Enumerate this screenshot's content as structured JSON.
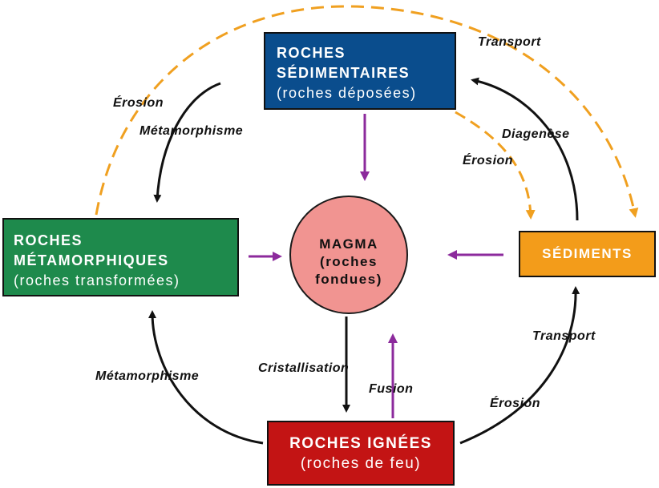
{
  "boxes": {
    "sedimentary": {
      "line1": "ROCHES",
      "line2": "SÉDIMENTAIRES",
      "line3": "(roches déposées)"
    },
    "metamorphic": {
      "line1": "ROCHES",
      "line2": "MÉTAMORPHIQUES",
      "line3": "(roches transformées)"
    },
    "igneous": {
      "line1": "ROCHES IGNÉES",
      "line2": "(roches de feu)"
    },
    "sediments": {
      "line1": "SÉDIMENTS"
    }
  },
  "magma": {
    "line1": "MAGMA",
    "line2": "(roches",
    "line3": "fondues)"
  },
  "labels": {
    "transport_top": "Transport",
    "erosion_top_left": "Érosion",
    "metamorphism_top_left": "Métamorphisme",
    "diagenesis": "Diagenèse",
    "erosion_right": "Érosion",
    "metamorphism_bottom_left": "Métamorphisme",
    "crystallization": "Cristallisation",
    "fusion": "Fusion",
    "transport_bottom_right": "Transport",
    "erosion_bottom_right": "Érosion"
  },
  "colors": {
    "sedimentary": "#0a4d8d",
    "metamorphic": "#1e8a4c",
    "igneous": "#c31414",
    "sediments": "#f39c1a",
    "magma": "#f19491",
    "arrow_black": "#111111",
    "arrow_orange": "#f0a020",
    "arrow_purple": "#8c2a9c"
  }
}
